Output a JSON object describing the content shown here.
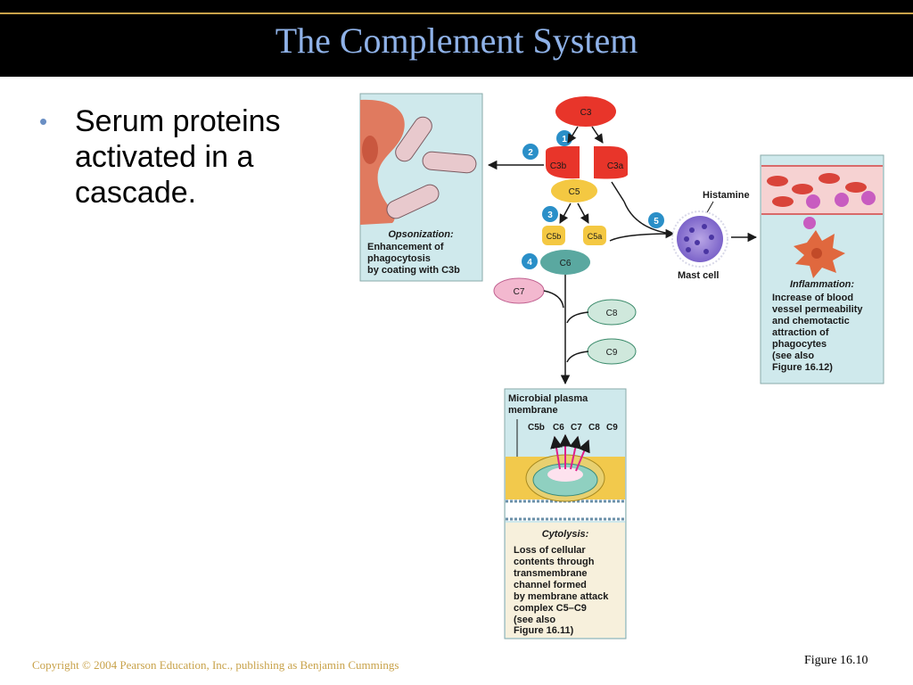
{
  "slide": {
    "title": "The Complement System",
    "bullet": "Serum proteins activated in a cascade.",
    "copyright": "Copyright © 2004 Pearson Education, Inc., publishing as Benjamin Cummings",
    "figure_label": "Figure 16.10"
  },
  "diagram": {
    "nodes": {
      "c3": "C3",
      "c3b": "C3b",
      "c3a": "C3a",
      "c5": "C5",
      "c5b": "C5b",
      "c5a": "C5a",
      "c6": "C6",
      "c7": "C7",
      "c8": "C8",
      "c9": "C9"
    },
    "steps": [
      "1",
      "2",
      "3",
      "4",
      "5"
    ],
    "histamine": "Histamine",
    "mast_cell": "Mast cell",
    "opsonization": {
      "heading": "Opsonization:",
      "lines": [
        "Enhancement of",
        "phagocytosis",
        "by coating with C3b"
      ]
    },
    "inflammation": {
      "heading": "Inflammation:",
      "lines": [
        "Increase of blood",
        "vessel permeability",
        "and chemotactic",
        "attraction of",
        "phagocytes",
        "(see also",
        "Figure 16.12)"
      ]
    },
    "membrane": {
      "label_lines": [
        "Microbial plasma",
        "membrane"
      ],
      "components": [
        "C5b",
        "C6",
        "C7",
        "C8",
        "C9"
      ]
    },
    "cytolysis": {
      "heading": "Cytolysis:",
      "lines": [
        "Loss of cellular",
        "contents through",
        "transmembrane",
        "channel formed",
        "by membrane attack",
        "complex C5–C9",
        "(see also",
        "Figure 16.11)"
      ]
    },
    "colors": {
      "c3": "#e8352a",
      "c5": "#f4c842",
      "c6": "#5aa8a0",
      "c7": "#f3b8cf",
      "c8": "#cfe8dc",
      "step": "#2a8fc8",
      "panel": "#cfe9ec",
      "panel_cytolysis": "#f7f0dc"
    }
  }
}
